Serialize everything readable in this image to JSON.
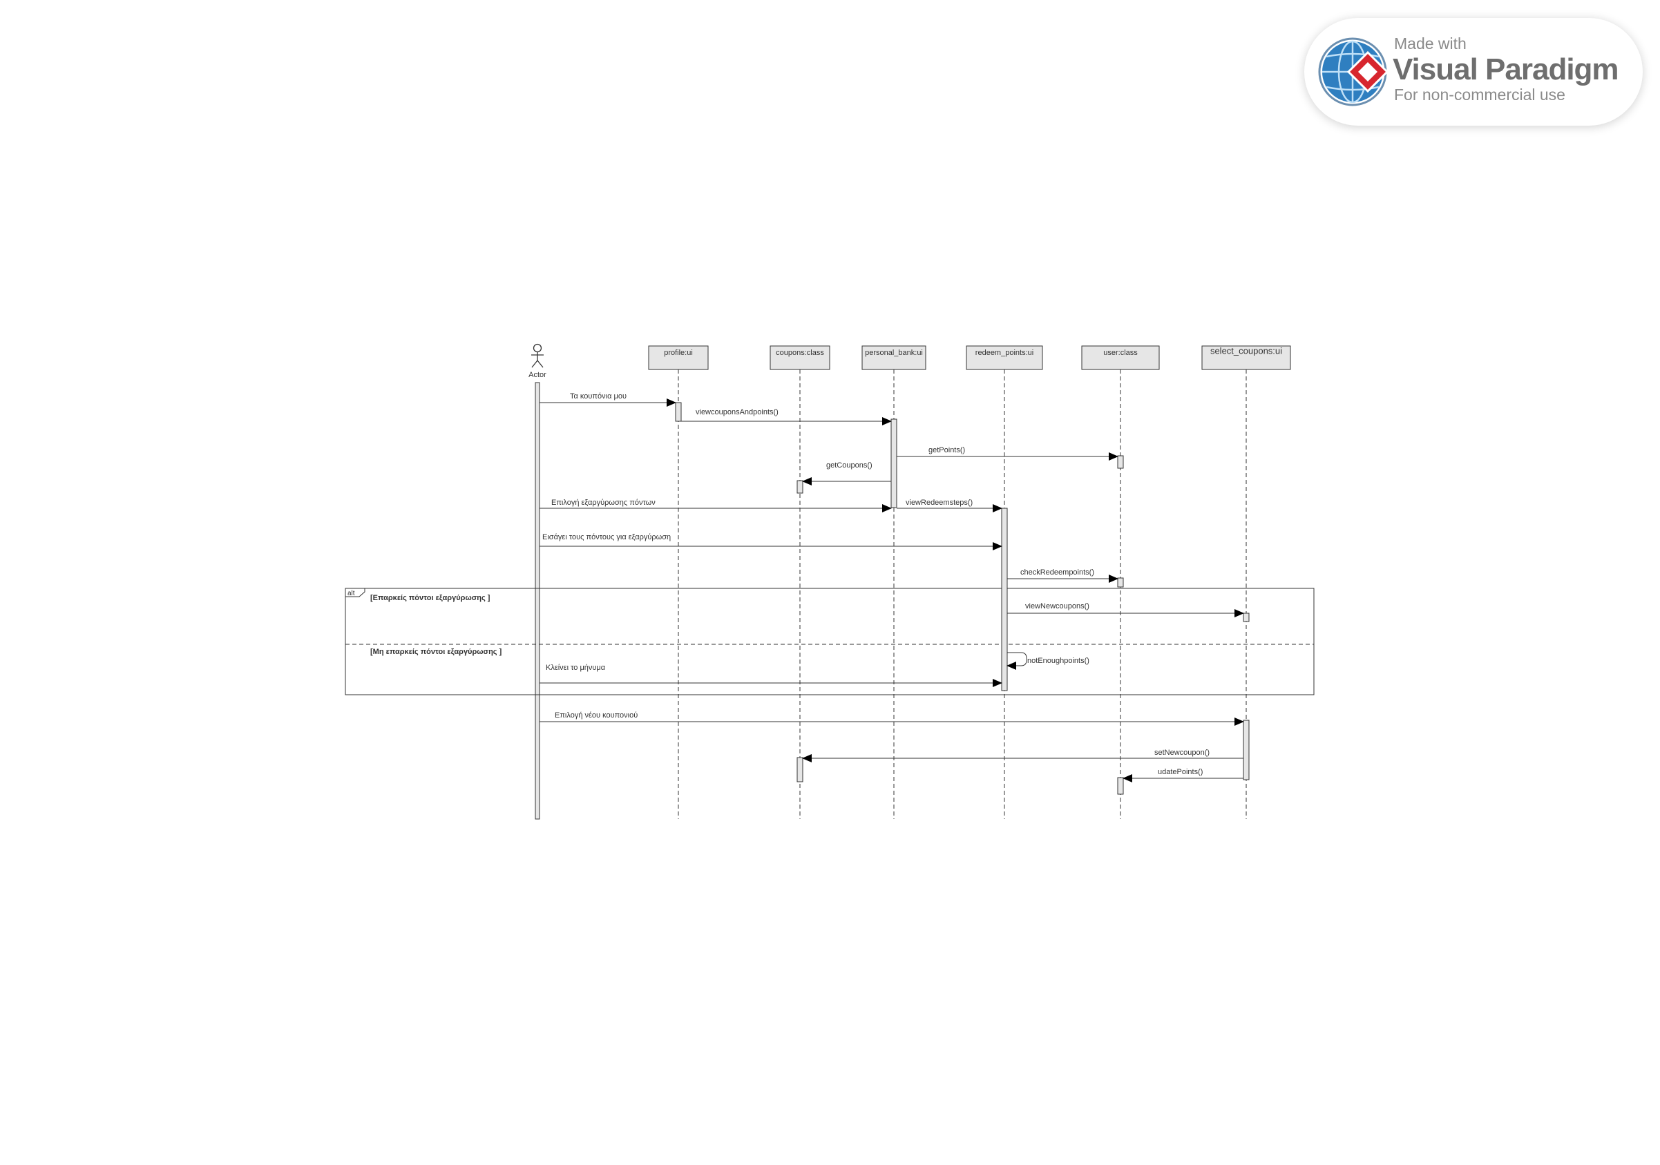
{
  "watermark": {
    "made_with": "Made with",
    "brand": "Visual Paradigm",
    "note": "For non-commercial use",
    "icon": "visual-paradigm-logo-icon"
  },
  "diagram": {
    "actor": {
      "name": "Actor"
    },
    "lifelines": [
      {
        "id": "profile",
        "label": "profile:ui"
      },
      {
        "id": "coupons",
        "label": "coupons:class"
      },
      {
        "id": "bank",
        "label": "personal_bank:ui"
      },
      {
        "id": "redeem",
        "label": "redeem_points:ui"
      },
      {
        "id": "user",
        "label": "user:class"
      },
      {
        "id": "select",
        "label": "select_coupons:ui"
      }
    ],
    "messages": [
      {
        "id": "m1",
        "from": "actor",
        "to": "profile",
        "label": "Τα κουπόνια μου"
      },
      {
        "id": "m2",
        "from": "profile",
        "to": "bank",
        "label": "viewcouponsAndpoints()"
      },
      {
        "id": "m3",
        "from": "bank",
        "to": "user",
        "label": "getPoints()"
      },
      {
        "id": "m4",
        "from": "bank",
        "to": "coupons",
        "label": "getCoupons()"
      },
      {
        "id": "m5",
        "from": "actor",
        "to": "bank",
        "label": "Επιλογή εξαργύρωσης πόντων"
      },
      {
        "id": "m6",
        "from": "bank",
        "to": "redeem",
        "label": "viewRedeemsteps()"
      },
      {
        "id": "m7",
        "from": "actor",
        "to": "redeem",
        "label": "Εισάγει τους πόντους για εξαργύρωση"
      },
      {
        "id": "m8",
        "from": "redeem",
        "to": "user",
        "label": "checkRedeempoints()"
      },
      {
        "id": "m9",
        "from": "redeem",
        "to": "select",
        "label": "viewNewcoupons()"
      },
      {
        "id": "m10",
        "from": "redeem",
        "to": "redeem",
        "label": "notEnoughpoints()"
      },
      {
        "id": "m11",
        "from": "actor",
        "to": "redeem",
        "label": "Κλείνει το μήνυμα"
      },
      {
        "id": "m12",
        "from": "actor",
        "to": "select",
        "label": "Επιλογή νέου κουπονιού"
      },
      {
        "id": "m13",
        "from": "select",
        "to": "coupons",
        "label": "setNewcoupon()"
      },
      {
        "id": "m14",
        "from": "select",
        "to": "user",
        "label": "udatePoints()"
      }
    ],
    "fragment": {
      "operator": "alt",
      "guard1": "[Επαρκείς πόντοι εξαργύρωσης ]",
      "guard2": "[Μη επαρκείς πόντοι εξαργύρωσης ]"
    }
  }
}
